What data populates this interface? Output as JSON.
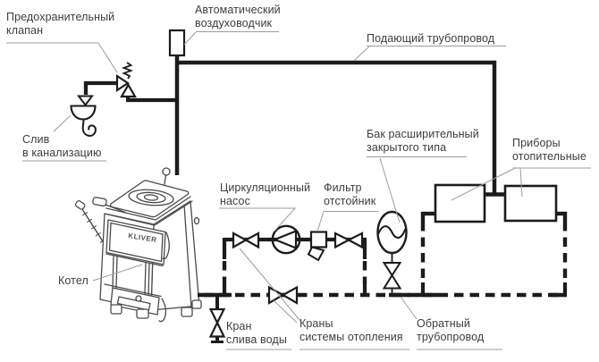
{
  "diagram": {
    "title_hint": "Схема системы отопления",
    "labels": {
      "safety_valve": "Предохранительный\nклапан",
      "air_vent": "Автоматический\nвоздуховодчик",
      "supply_pipe": "Подающий трубопровод",
      "drain_sewer": "Слив\nв канализацию",
      "boiler": "Котел",
      "pump": "Циркуляционный\nнасос",
      "filter": "Фильтр\nотстойник",
      "expansion_tank": "Бак расширительный\nзакрытого типа",
      "radiators": "Приборы\nотопительные",
      "drain_valve": "Кран\nслива воды",
      "system_valves": "Краны\nсистемы отопления",
      "return_pipe": "Обратный\nтрубопровод",
      "boiler_brand": "KLIVER"
    },
    "colors": {
      "pipe": "#1c1c1c",
      "illustration": "#4a4a4a",
      "leader": "#9c9c9c",
      "text": "#3d3d3d",
      "background": "#ffffff"
    }
  }
}
